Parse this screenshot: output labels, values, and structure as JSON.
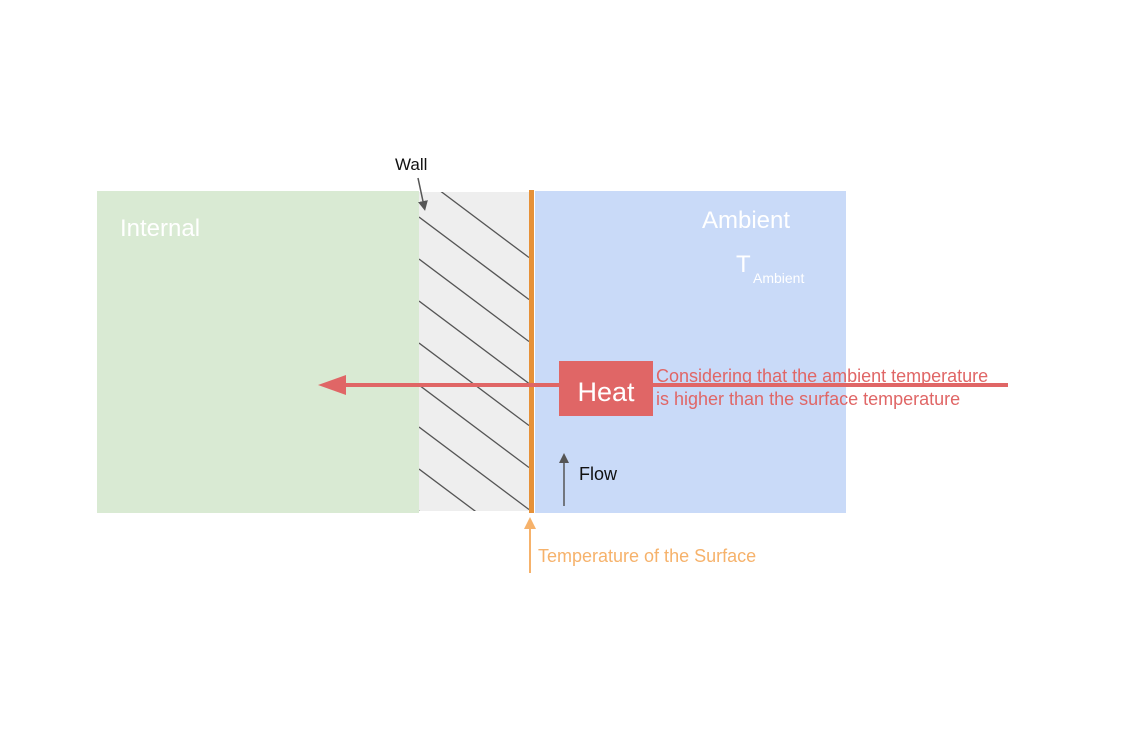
{
  "labels": {
    "internal": "Internal",
    "ambient": "Ambient",
    "t_symbol": "T",
    "t_subscript": "Ambient",
    "wall": "Wall",
    "heat": "Heat",
    "note_line1": "Considering that the ambient temperature",
    "note_line2": "is higher than the surface temperature",
    "flow": "Flow",
    "surface_temp": "Temperature of the Surface"
  },
  "colors": {
    "internal": "#d9ead3",
    "wall": "#eeeeee",
    "ambient": "#c9daf8",
    "surface": "#e69138",
    "heat": "#e06666",
    "surface_label": "#f6b26b",
    "dark": "#555555"
  }
}
